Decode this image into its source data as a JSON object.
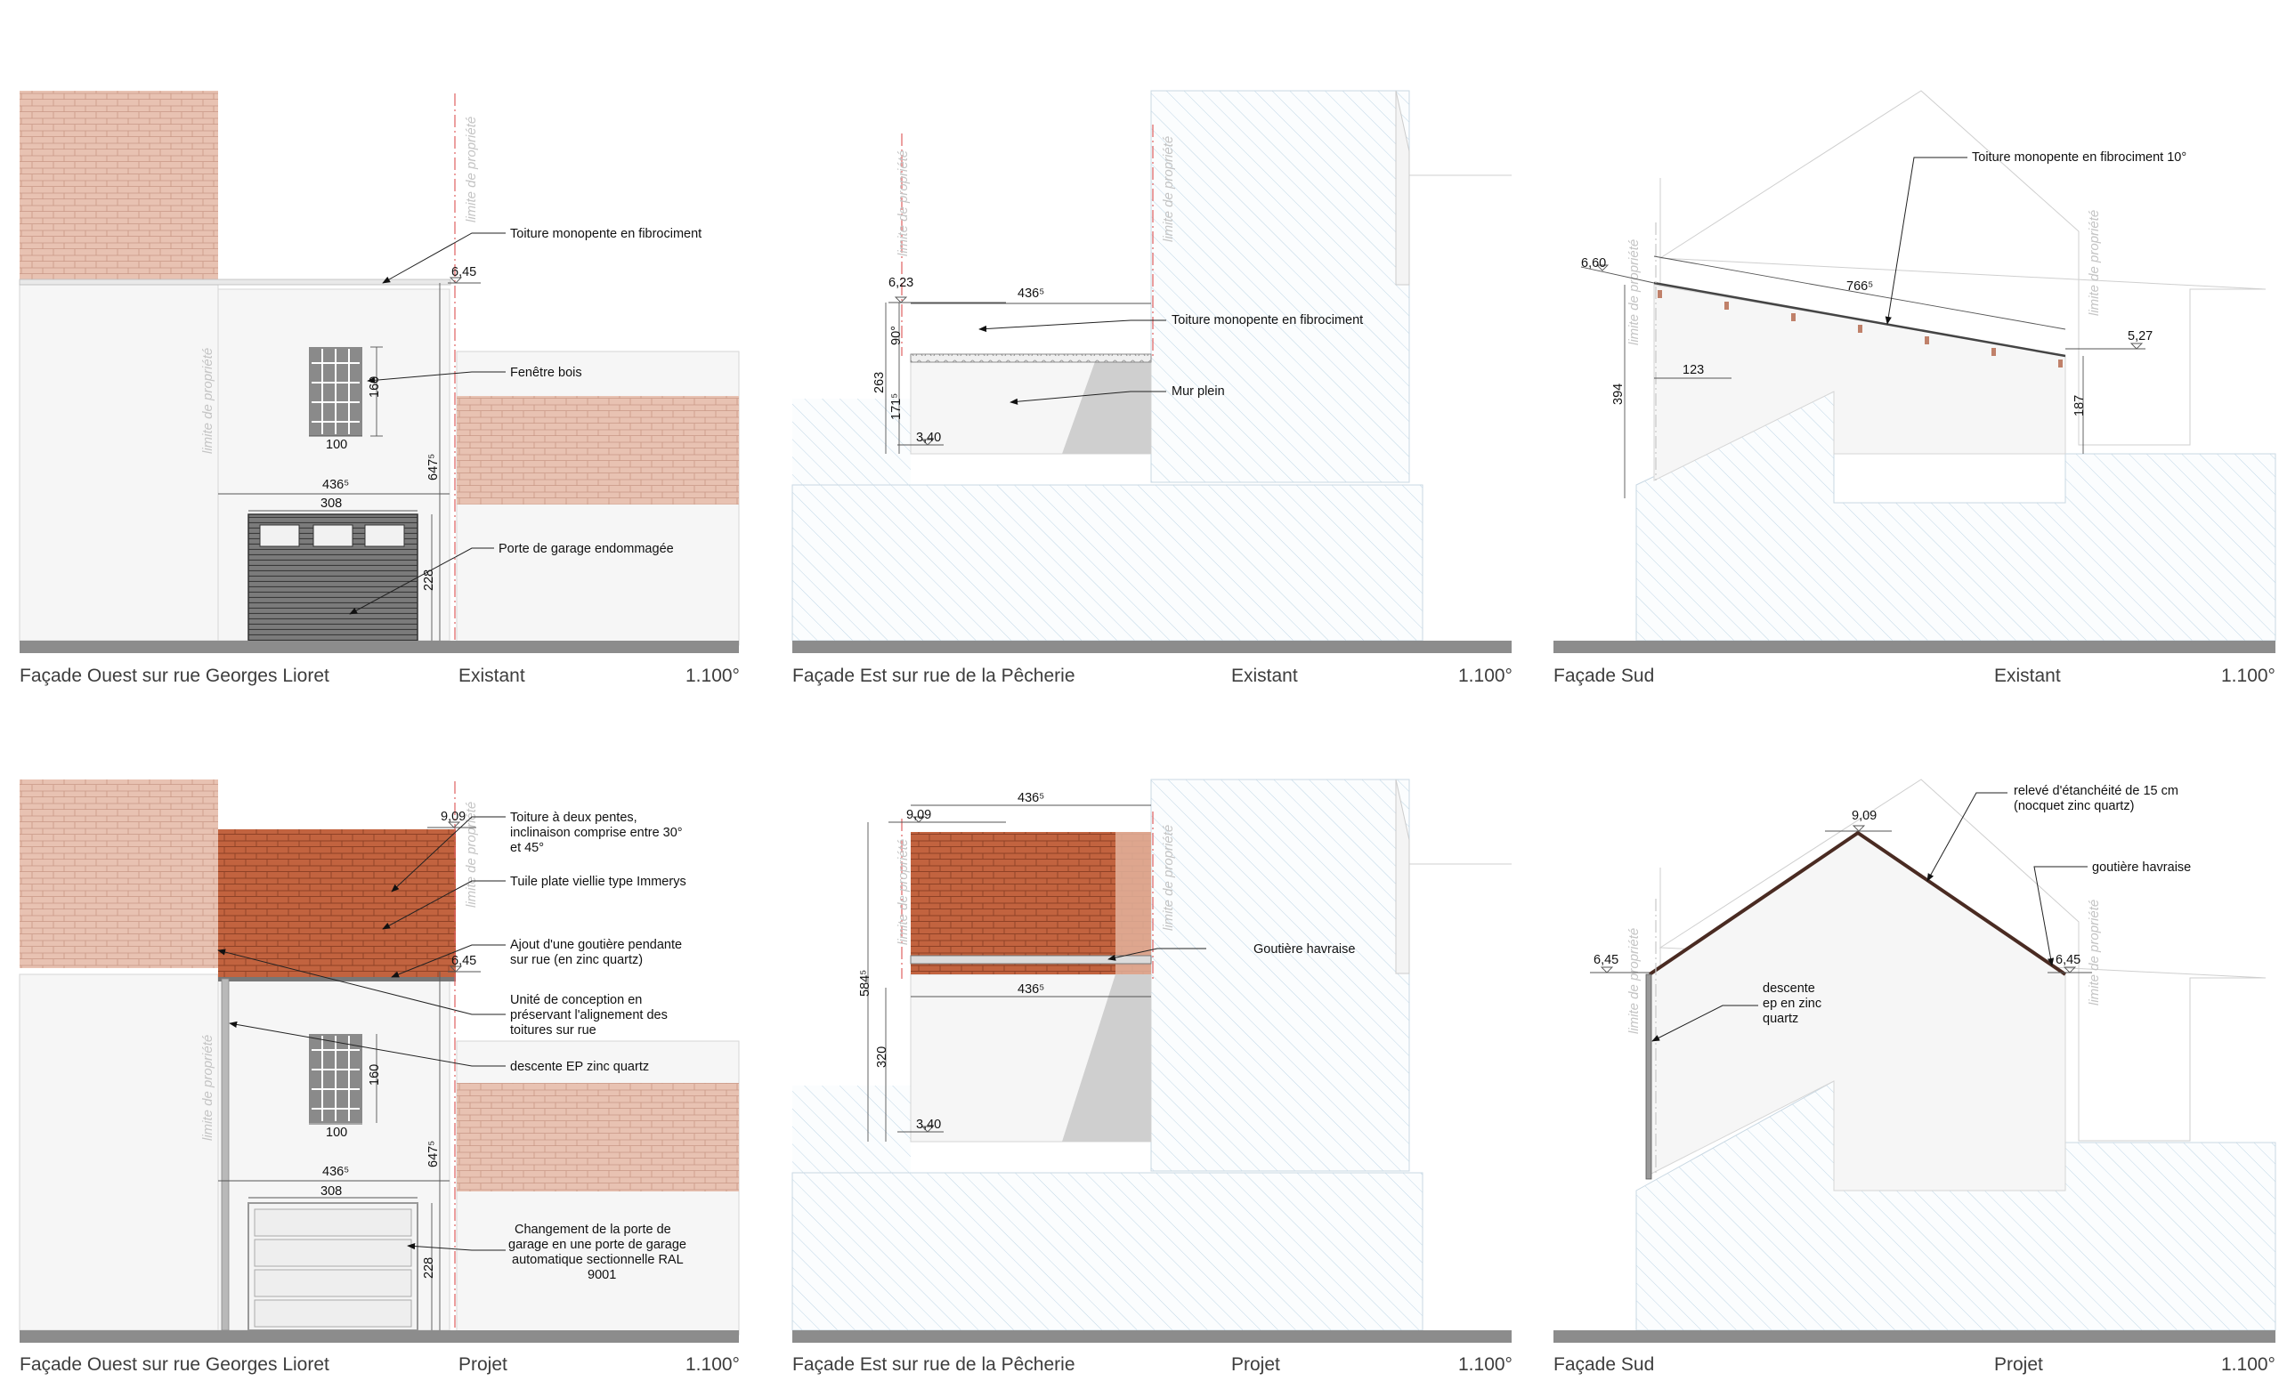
{
  "panels": {
    "ouest_existant": {
      "caption": "Façade Ouest sur rue Georges Lioret",
      "state": "Existant",
      "scale": "1.100°",
      "limit_label": "limite de propriété",
      "labels": {
        "toiture": "Toiture monopente en fibrociment",
        "fenetre": "Fenêtre bois",
        "porte": "Porte de garage endommagée"
      },
      "dims": {
        "h645": "6,45",
        "w160": "160",
        "w100": "100",
        "w4365": "436⁵",
        "w308": "308",
        "h6475": "647⁵",
        "h228": "228"
      }
    },
    "est_existant": {
      "caption": "Façade Est sur rue de la Pêcherie",
      "state": "Existant",
      "scale": "1.100°",
      "limit_label": "limite de propriété",
      "labels": {
        "toiture": "Toiture monopente en fibrociment",
        "mur": "Mur plein"
      },
      "dims": {
        "h623": "6,23",
        "w4365": "436⁵",
        "h90": "90°",
        "h263": "263",
        "h1715": "171⁵",
        "h340": "3,40"
      }
    },
    "sud_existant": {
      "caption": "Façade Sud",
      "state": "Existant",
      "scale": "1.100°",
      "limit_label": "limite de propriété",
      "labels": {
        "toiture": "Toiture monopente en fibrociment 10°"
      },
      "dims": {
        "h660": "6,60",
        "w7665": "766⁵",
        "h527": "5,27",
        "w123": "123",
        "h394": "394",
        "h187": "187"
      }
    },
    "ouest_projet": {
      "caption": "Façade Ouest sur rue Georges Lioret",
      "state": "Projet",
      "scale": "1.100°",
      "limit_label": "limite de propriété",
      "labels": {
        "toiture_l1": "Toiture à deux pentes,",
        "toiture_l2": "inclinaison comprise entre 30°",
        "toiture_l3": "et 45°",
        "tuile": "Tuile plate viellie type Immerys",
        "gouttiere_l1": "Ajout d'une goutière pendante",
        "gouttiere_l2": "sur rue (en zinc quartz)",
        "unite_l1": "Unité de conception en",
        "unite_l2": "préservant l'alignement des",
        "unite_l3": "toitures sur rue",
        "descente": "descente EP zinc quartz",
        "porte_l1": "Changement de la porte de",
        "porte_l2": "garage en une porte de garage",
        "porte_l3": "automatique sectionnelle RAL",
        "porte_l4": "9001"
      },
      "dims": {
        "h909": "9,09",
        "h645": "6,45",
        "w160": "160",
        "w100": "100",
        "w4365": "436⁵",
        "w308": "308",
        "h6475": "647⁵",
        "h228": "228"
      }
    },
    "est_projet": {
      "caption": "Façade Est sur rue de la Pêcherie",
      "state": "Projet",
      "scale": "1.100°",
      "limit_label": "limite de propriété",
      "labels": {
        "gouttiere": "Goutière havraise"
      },
      "dims": {
        "h909": "9,09",
        "w4365_top": "436⁵",
        "w4365_mid": "436⁵",
        "h5845": "584⁵",
        "h320": "320",
        "h340": "3,40"
      }
    },
    "sud_projet": {
      "caption": "Façade Sud",
      "state": "Projet",
      "scale": "1.100°",
      "limit_label": "limite de propriété",
      "labels": {
        "releve_l1": "relevé d'étanchéité de 15 cm",
        "releve_l2": "(nocquet zinc quartz)",
        "gouttiere": "goutière havraise",
        "descente_l1": "descente",
        "descente_l2": "ep en zinc",
        "descente_l3": "quartz"
      },
      "dims": {
        "h909": "9,09",
        "h645_left": "6,45",
        "h645_right": "6,45"
      }
    }
  },
  "colors": {
    "tile_light": "#e8c2b2",
    "tile_dark": "#c2633f",
    "wall": "#f6f6f6",
    "hatch": "#bfd6e6",
    "ground": "#8c8c8c",
    "limit_line": "#e06060"
  }
}
